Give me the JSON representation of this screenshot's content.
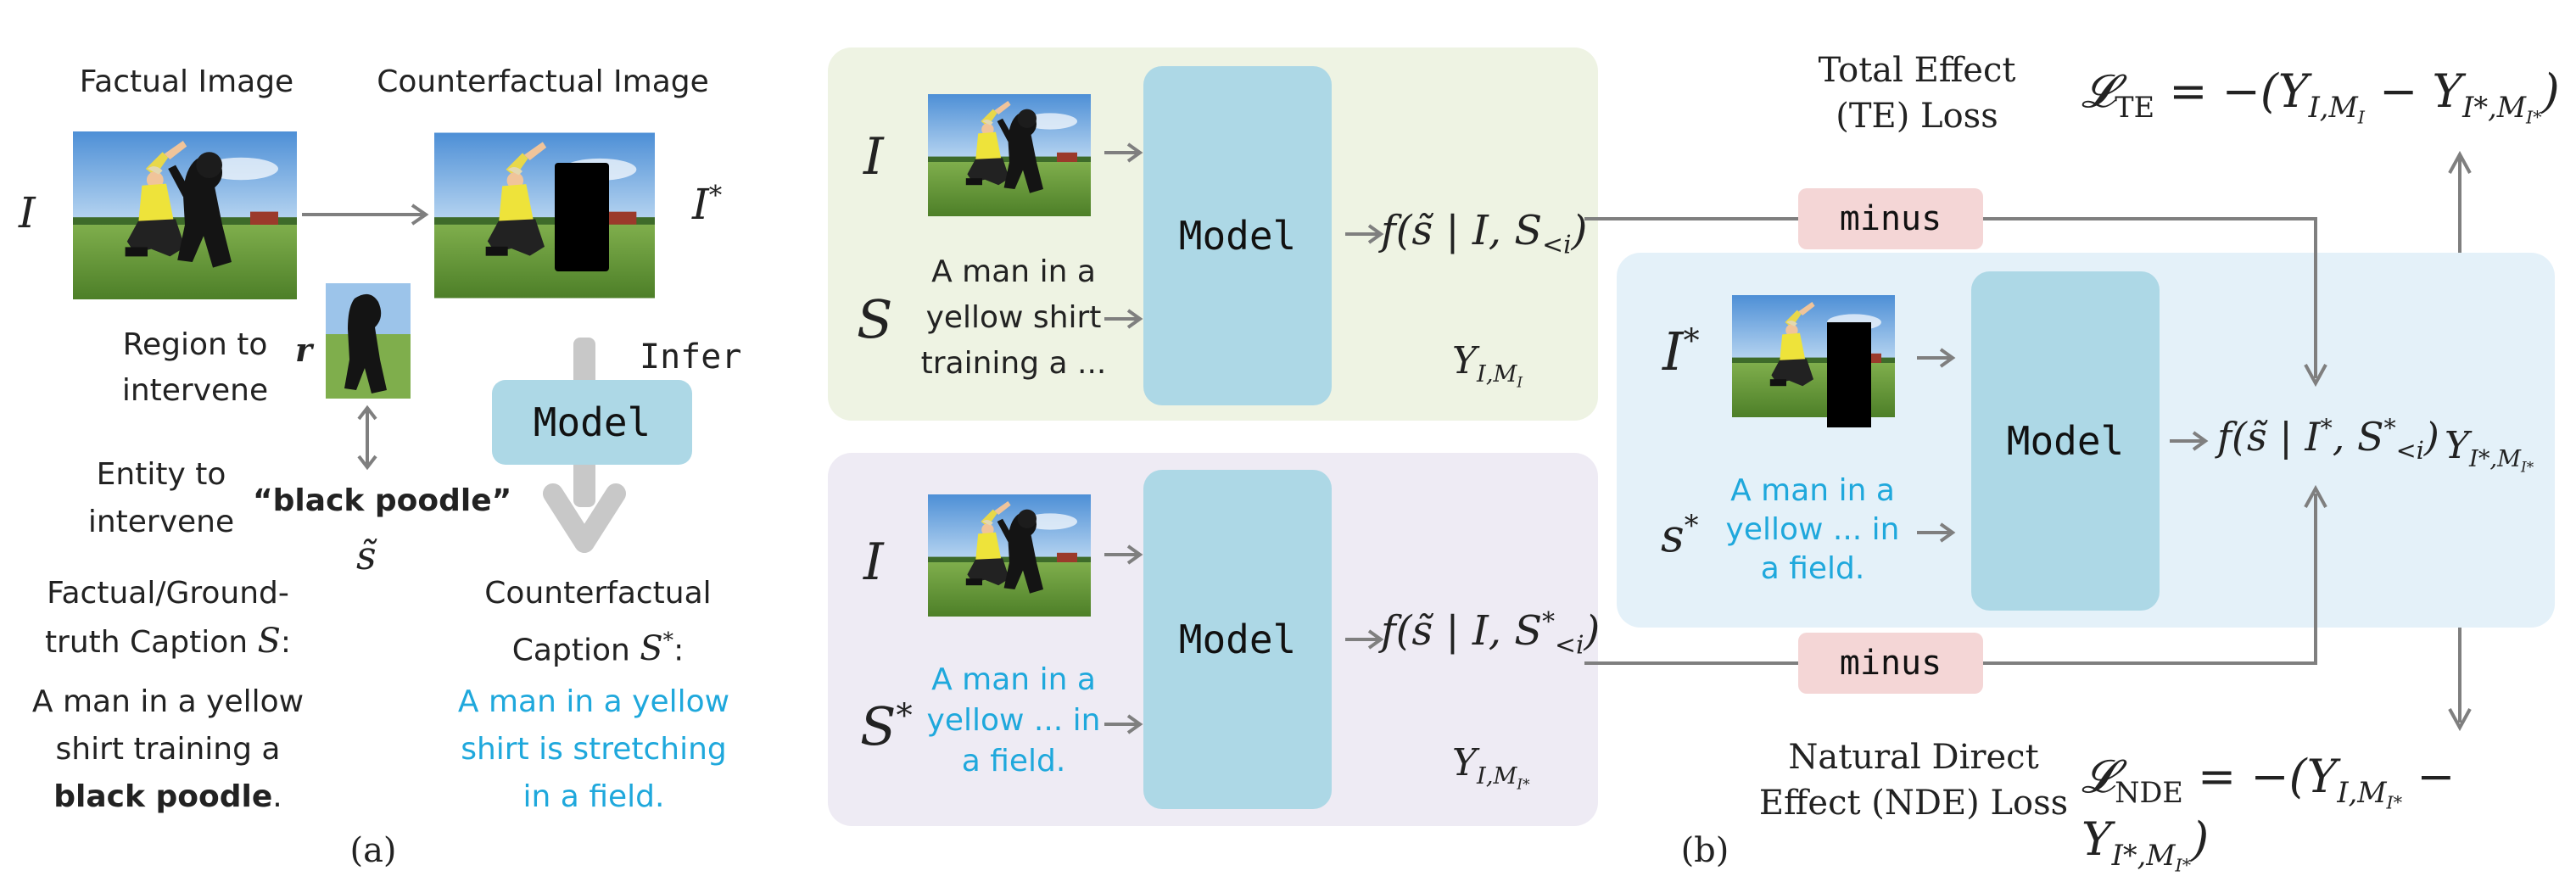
{
  "panel_a": {
    "factual_image_title": "Factual Image",
    "counterfactual_image_title": "Counterfactual Image",
    "symbol_I": "I",
    "symbol_I_star": "I*",
    "region_label": "Region to intervene",
    "symbol_r": "r",
    "entity_label": "Entity to intervene",
    "entity_value": "“black poodle”",
    "symbol_s_tilde": "s̃",
    "infer_label": "Infer",
    "model_label": "Model",
    "factual_caption_label": "Factual/Ground-truth Caption",
    "symbol_S": "S",
    "factual_caption_text_1": "A man in a yellow shirt training a",
    "factual_caption_bold": "black poodle",
    "factual_caption_end": ".",
    "counterfactual_caption_label": "Counterfactual Caption",
    "symbol_S_star": "S*",
    "counterfactual_caption_text": "A man in a yellow shirt is stretching in a field.",
    "panel_label": "(a)"
  },
  "panel_b": {
    "top": {
      "symbol_I": "I",
      "symbol_S": "S",
      "caption": "A man in a yellow shirt training a ...",
      "model_label": "Model",
      "output": "f(s̃ | I, S<i)",
      "y_label": "Y_{I,M_I}"
    },
    "bottom": {
      "symbol_I": "I",
      "symbol_S_star": "S*",
      "caption": "A man in a yellow ... in a field.",
      "model_label": "Model",
      "output": "f(s̃ | I, S*<i)",
      "y_label": "Y_{I,M_I*}"
    },
    "right": {
      "symbol_I_star": "I*",
      "symbol_s_star": "s*",
      "caption": "A man in a yellow ... in a field.",
      "model_label": "Model",
      "output": "f(s̃ | I*, S*<i)",
      "y_label": "Y_{I*,M_I*}"
    },
    "minus_top": "minus",
    "minus_bottom": "minus",
    "te_title": "Total Effect (TE) Loss",
    "te_formula": "L_TE = −(Y_{I,M_I} − Y_{I*,M_I*})",
    "nde_title": "Natural Direct Effect (NDE) Loss",
    "nde_formula": "L_NDE = −(Y_{I,M_I*} − Y_{I*,M_I*})",
    "panel_label": "(b)"
  },
  "colors": {
    "panel_green": "#eef3e3",
    "panel_lavender": "#eeebf4",
    "panel_blue": "#e4f1f9",
    "model_box": "#add8e6",
    "minus_box": "#f4d6d6",
    "counterfactual_text": "#1fa8dc",
    "arrow": "#7f7f7f",
    "big_arrow": "#c8c8c8"
  }
}
